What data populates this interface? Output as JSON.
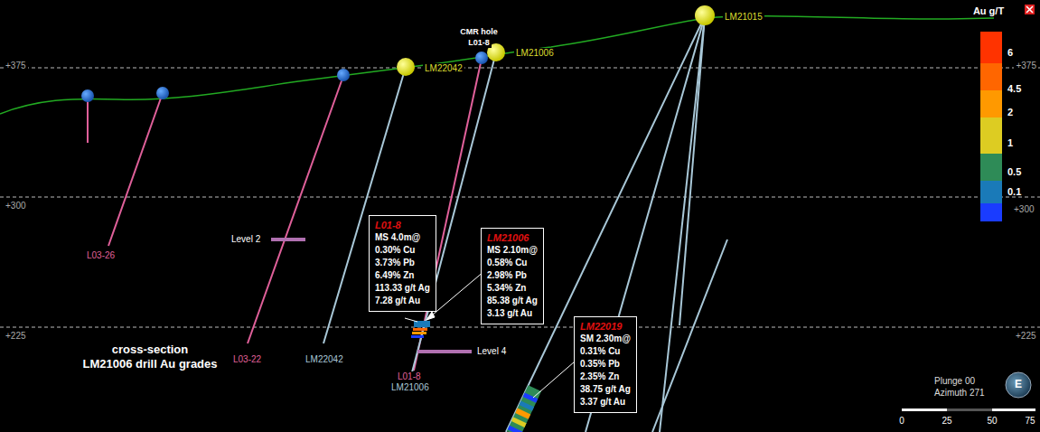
{
  "diagram": {
    "nodes": [
      {
        "text": [
          "L01-8",
          "MS 4.0m@",
          "0.30% Cu",
          "3.73% Pb",
          "6.49% Zn",
          "113.33 g/t Ag",
          "7.28 g/t Au"
        ]
      },
      {
        "text": [
          "LM21006",
          "MS 2.10m@",
          "0.58% Cu",
          "2.98% Pb",
          "5.34% Zn",
          "85.38 g/t Ag",
          "3.13 g/t Au"
        ]
      },
      {
        "text": [
          "LM22019",
          "SM 2.30m@",
          "0.31% Cu",
          "0.35% Pb",
          "2.35% Zn",
          "38.75 g/t Ag",
          "3.37 g/t Au"
        ]
      }
    ],
    "labels": [
      "Au g/T",
      "+375",
      "+375",
      "+300",
      "+300",
      "+225",
      "+225",
      "LM21015",
      "LM22042",
      "CMR hole",
      "L01-8",
      "LM21006",
      "L03-26",
      "L03-22",
      "Level 2",
      "LM22042",
      "Level 4",
      "L01-8",
      "LM21006",
      "cross-section",
      "LM21006 drill Au grades",
      "Plunge 00",
      "Azimuth 271",
      "E",
      "0",
      "25",
      "50",
      "75"
    ],
    "legend": [
      {
        "text": "6",
        "color": "#ff3300"
      },
      {
        "text": "4.5",
        "color": "#ff6600"
      },
      {
        "text": "2",
        "color": "#ff9900"
      },
      {
        "text": "1",
        "color": "#ddcc22"
      },
      {
        "text": "0.5",
        "color": "#2e8b57"
      },
      {
        "text": "0.1",
        "color": "#1a7ab8"
      }
    ]
  }
}
